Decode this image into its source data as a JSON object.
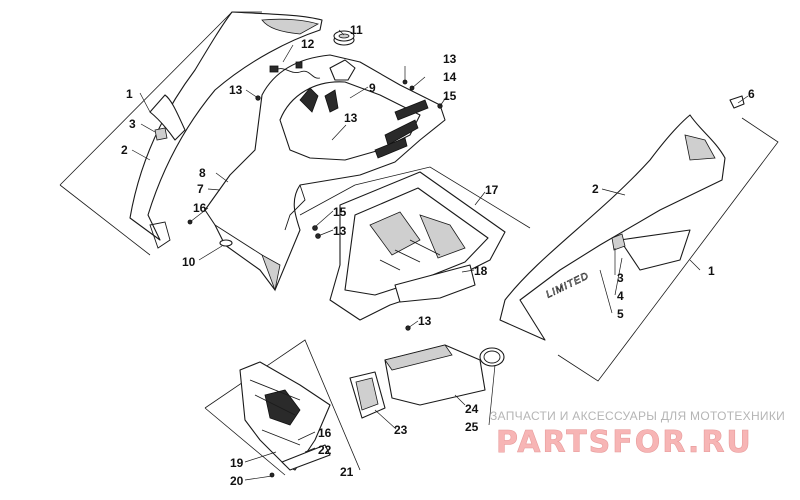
{
  "diagram": {
    "callouts": {
      "c1a": "1",
      "c1b": "1",
      "c2a": "2",
      "c2b": "2",
      "c3a": "3",
      "c3b": "3",
      "c4": "4",
      "c5": "5",
      "c6": "6",
      "c7": "7",
      "c8": "8",
      "c9": "9",
      "c10": "10",
      "c11": "11",
      "c12": "12",
      "c13a": "13",
      "c13b": "13",
      "c13c": "13",
      "c13d": "13",
      "c13e": "13",
      "c14": "14",
      "c15a": "15",
      "c15b": "15",
      "c16a": "16",
      "c16b": "16",
      "c17": "17",
      "c18": "18",
      "c19": "19",
      "c20": "20",
      "c21": "21",
      "c22": "22",
      "c23": "23",
      "c24": "24",
      "c25": "25"
    },
    "decal_text": "LIMITED"
  },
  "watermark": {
    "tagline": "ЗАПЧАСТИ И АКСЕССУАРЫ ДЛЯ МОТОТЕХНИКИ",
    "brand": "PARTSFOR.RU"
  }
}
